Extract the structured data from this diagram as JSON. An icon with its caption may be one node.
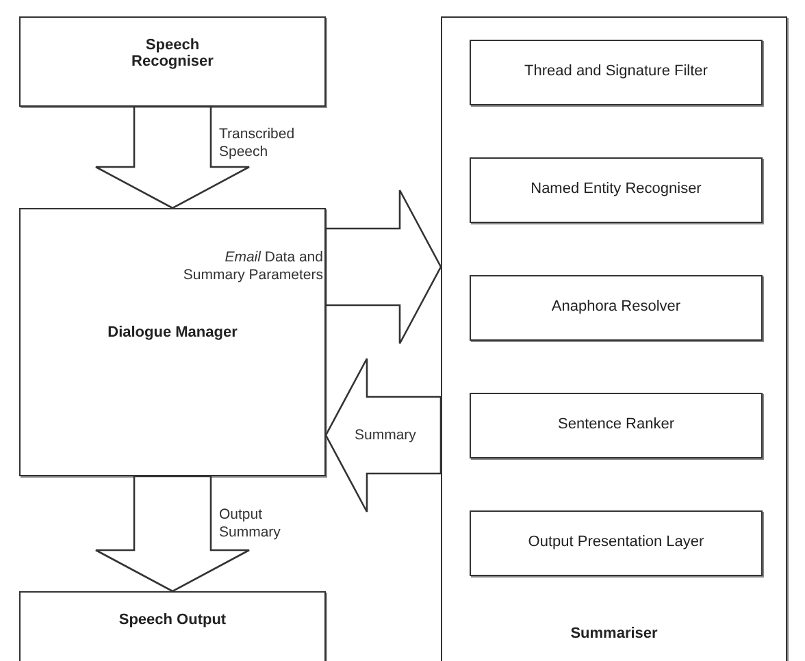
{
  "diagram": {
    "nodes": [
      {
        "text": [
          "Speech Recogniser"
        ]
      },
      {
        "text": [
          "Dialogue Manager"
        ]
      },
      {
        "text": [
          "Speech Output"
        ]
      },
      {
        "text": [
          "Summariser"
        ]
      },
      {
        "text": [
          "Thread and Signature Filter"
        ],
        "in": 3
      },
      {
        "text": [
          "Named Entity Recogniser"
        ],
        "in": 3
      },
      {
        "text": [
          "Anaphora Resolver"
        ],
        "in": 3
      },
      {
        "text": [
          "Sentence Ranker"
        ],
        "in": 3
      },
      {
        "text": [
          "Output Presentation Layer"
        ],
        "in": 3
      }
    ],
    "edges": [
      {
        "from": 0,
        "to": 1,
        "arrow": "to",
        "label": "Transcribed Speech"
      },
      {
        "from": 1,
        "to": 3,
        "arrow": "to",
        "label": "*Email* Data and Summary Parameters"
      },
      {
        "from": 3,
        "to": 1,
        "arrow": "to",
        "label": "Summary"
      },
      {
        "from": 1,
        "to": 2,
        "arrow": "to",
        "label": "Output Summary"
      }
    ]
  }
}
